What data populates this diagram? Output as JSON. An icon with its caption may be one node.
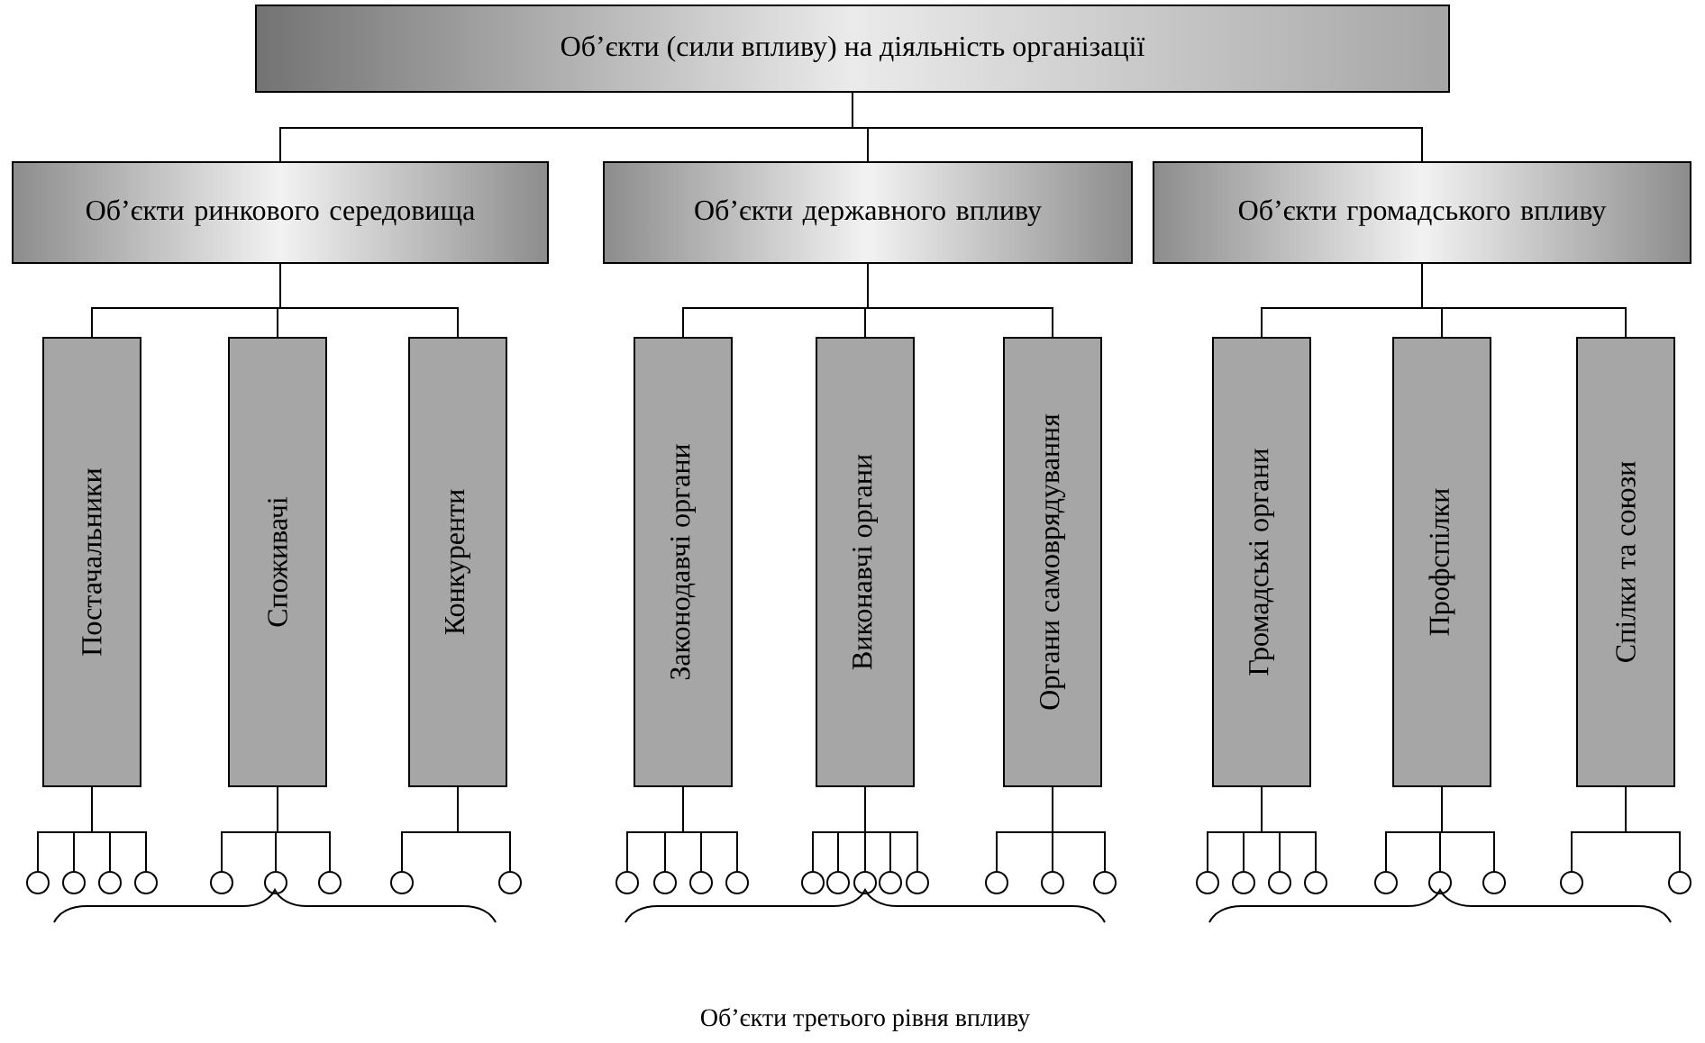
{
  "diagram": {
    "nodes": [
      {
        "text": [
          "Об’єкти (сили впливу) на діяльність організації"
        ]
      },
      {
        "text": [
          "Об’єкти ринкового середовища"
        ]
      },
      {
        "text": [
          "Об’єкти державного впливу"
        ]
      },
      {
        "text": [
          "Об’єкти громадського впливу"
        ]
      },
      {
        "text": [
          "Постачальники"
        ]
      },
      {
        "text": [
          "Споживачі"
        ]
      },
      {
        "text": [
          "Конкуренти"
        ]
      },
      {
        "text": [
          "Законодавчі органи"
        ]
      },
      {
        "text": [
          "Виконавчі органи"
        ]
      },
      {
        "text": [
          "Органи самоврядування"
        ]
      },
      {
        "text": [
          "Громадські органи"
        ]
      },
      {
        "text": [
          "Профспілки"
        ]
      },
      {
        "text": [
          "Спілки та союзи"
        ]
      },
      {
        "text": [],
        "shape": "circle"
      },
      {
        "text": [],
        "shape": "circle"
      },
      {
        "text": [],
        "shape": "circle"
      },
      {
        "text": [],
        "shape": "circle"
      },
      {
        "text": [],
        "shape": "circle"
      },
      {
        "text": [],
        "shape": "circle"
      },
      {
        "text": [],
        "shape": "circle"
      },
      {
        "text": [],
        "shape": "circle"
      },
      {
        "text": [],
        "shape": "circle"
      },
      {
        "text": [],
        "shape": "circle"
      },
      {
        "text": [],
        "shape": "circle"
      },
      {
        "text": [],
        "shape": "circle"
      },
      {
        "text": [],
        "shape": "circle"
      },
      {
        "text": [],
        "shape": "circle"
      },
      {
        "text": [],
        "shape": "circle"
      },
      {
        "text": [],
        "shape": "circle"
      },
      {
        "text": [],
        "shape": "circle"
      },
      {
        "text": [],
        "shape": "circle"
      },
      {
        "text": [],
        "shape": "circle"
      },
      {
        "text": [],
        "shape": "circle"
      },
      {
        "text": [],
        "shape": "circle"
      },
      {
        "text": [],
        "shape": "circle"
      },
      {
        "text": [],
        "shape": "circle"
      },
      {
        "text": [],
        "shape": "circle"
      },
      {
        "text": [],
        "shape": "circle"
      },
      {
        "text": [],
        "shape": "circle"
      },
      {
        "text": [],
        "shape": "circle"
      },
      {
        "text": [],
        "shape": "circle"
      },
      {
        "text": [],
        "shape": "circle"
      },
      {
        "text": [],
        "shape": "circle"
      }
    ],
    "edges": [
      {
        "from": 0,
        "to": 1,
        "arrow": "none"
      },
      {
        "from": 0,
        "to": 2,
        "arrow": "none"
      },
      {
        "from": 0,
        "to": 3,
        "arrow": "none"
      },
      {
        "from": 1,
        "to": 4,
        "arrow": "none"
      },
      {
        "from": 1,
        "to": 5,
        "arrow": "none"
      },
      {
        "from": 1,
        "to": 6,
        "arrow": "none"
      },
      {
        "from": 2,
        "to": 7,
        "arrow": "none"
      },
      {
        "from": 2,
        "to": 8,
        "arrow": "none"
      },
      {
        "from": 2,
        "to": 9,
        "arrow": "none"
      },
      {
        "from": 3,
        "to": 10,
        "arrow": "none"
      },
      {
        "from": 3,
        "to": 11,
        "arrow": "none"
      },
      {
        "from": 3,
        "to": 12,
        "arrow": "none"
      },
      {
        "from": 4,
        "to": 13,
        "arrow": "none"
      },
      {
        "from": 4,
        "to": 14,
        "arrow": "none"
      },
      {
        "from": 4,
        "to": 15,
        "arrow": "none"
      },
      {
        "from": 4,
        "to": 16,
        "arrow": "none"
      },
      {
        "from": 5,
        "to": 17,
        "arrow": "none"
      },
      {
        "from": 5,
        "to": 18,
        "arrow": "none"
      },
      {
        "from": 5,
        "to": 19,
        "arrow": "none"
      },
      {
        "from": 6,
        "to": 20,
        "arrow": "none"
      },
      {
        "from": 6,
        "to": 21,
        "arrow": "none"
      },
      {
        "from": 7,
        "to": 22,
        "arrow": "none"
      },
      {
        "from": 7,
        "to": 23,
        "arrow": "none"
      },
      {
        "from": 7,
        "to": 24,
        "arrow": "none"
      },
      {
        "from": 7,
        "to": 25,
        "arrow": "none"
      },
      {
        "from": 8,
        "to": 26,
        "arrow": "none"
      },
      {
        "from": 8,
        "to": 27,
        "arrow": "none"
      },
      {
        "from": 8,
        "to": 28,
        "arrow": "none"
      },
      {
        "from": 8,
        "to": 29,
        "arrow": "none"
      },
      {
        "from": 8,
        "to": 30,
        "arrow": "none"
      },
      {
        "from": 9,
        "to": 31,
        "arrow": "none"
      },
      {
        "from": 9,
        "to": 32,
        "arrow": "none"
      },
      {
        "from": 9,
        "to": 33,
        "arrow": "none"
      },
      {
        "from": 10,
        "to": 34,
        "arrow": "none"
      },
      {
        "from": 10,
        "to": 35,
        "arrow": "none"
      },
      {
        "from": 10,
        "to": 36,
        "arrow": "none"
      },
      {
        "from": 10,
        "to": 37,
        "arrow": "none"
      },
      {
        "from": 11,
        "to": 38,
        "arrow": "none"
      },
      {
        "from": 11,
        "to": 39,
        "arrow": "none"
      },
      {
        "from": 11,
        "to": 40,
        "arrow": "none"
      },
      {
        "from": 12,
        "to": 41,
        "arrow": "none"
      },
      {
        "from": 12,
        "to": 42,
        "arrow": "none"
      }
    ],
    "labels": [
      "Об’єкти третього рівня впливу"
    ]
  }
}
